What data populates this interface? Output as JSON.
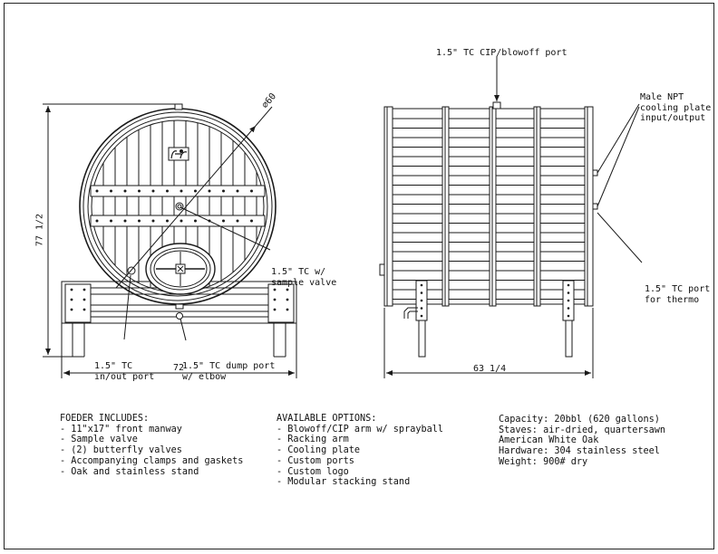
{
  "front_view": {
    "dim_height": "77 1/2",
    "dim_width": "72",
    "dim_diameter": "⌀60",
    "callout_sample": [
      "1.5\" TC w/",
      "sample valve"
    ],
    "callout_inout": [
      "1.5\" TC",
      "in/out port"
    ],
    "callout_dump": [
      "1.5\" TC dump port",
      "w/ elbow"
    ]
  },
  "side_view": {
    "dim_width": "63 1/4",
    "callout_cip": "1.5\" TC CIP/blowoff port",
    "callout_cooling": [
      "Male NPT",
      "cooling plate",
      "input/output"
    ],
    "callout_thermo": [
      "1.5\" TC port",
      "for thermo"
    ]
  },
  "includes": {
    "title": "FOEDER INCLUDES:",
    "items": [
      "- 11\"x17\" front manway",
      "- Sample valve",
      "- (2) butterfly valves",
      "- Accompanying clamps and gaskets",
      "- Oak and stainless stand"
    ]
  },
  "options": {
    "title": "AVAILABLE OPTIONS:",
    "items": [
      "- Blowoff/CIP arm w/ sprayball",
      "- Racking arm",
      "- Cooling plate",
      "- Custom ports",
      "- Custom logo",
      "- Modular stacking stand"
    ]
  },
  "specs": {
    "items": [
      "Capacity: 20bbl (620 gallons)",
      "Staves: air-dried, quartersawn",
      "American White Oak",
      "Hardware: 304 stainless steel",
      "Weight: 900# dry"
    ]
  }
}
